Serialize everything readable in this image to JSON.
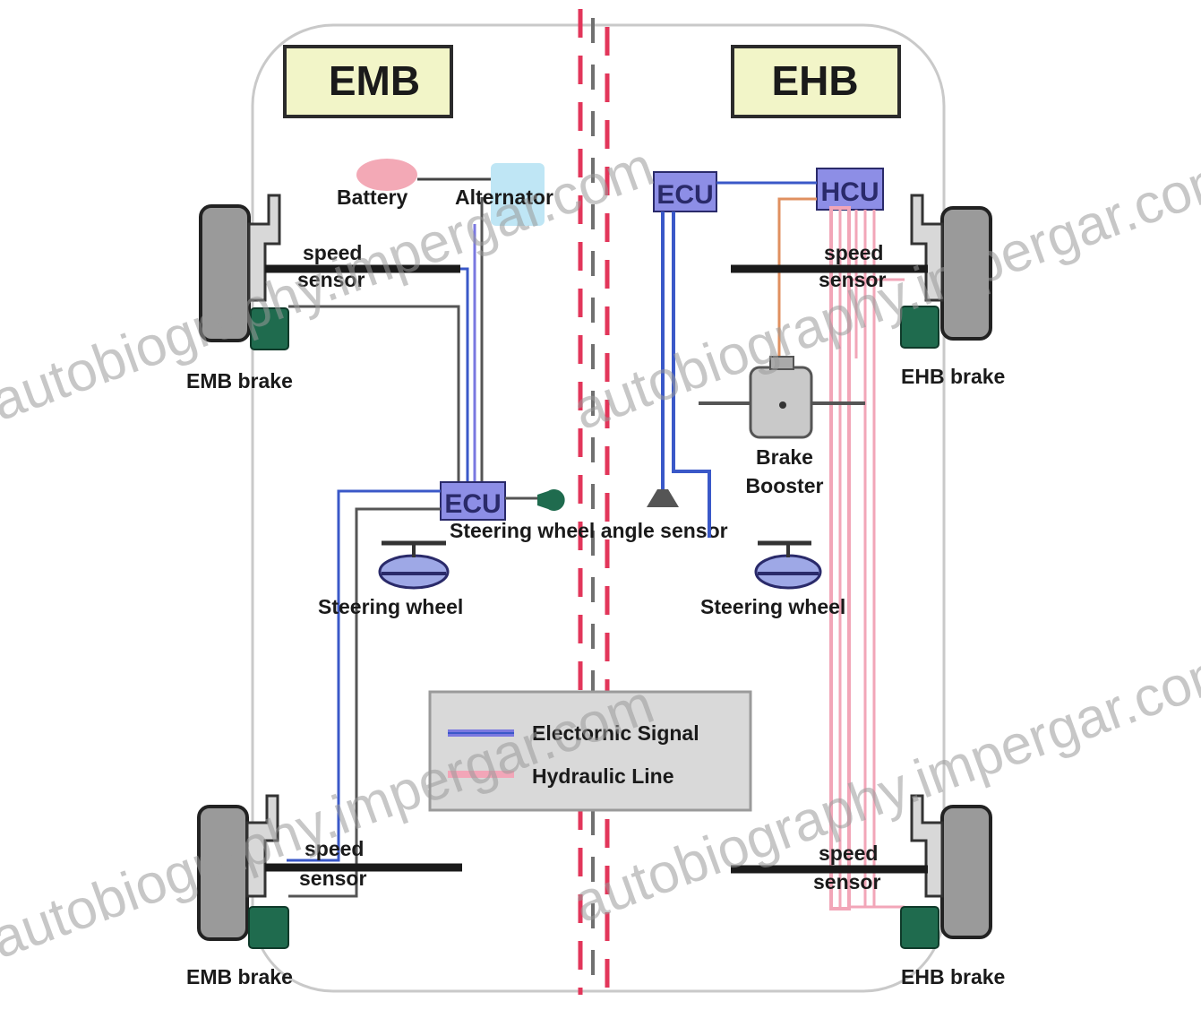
{
  "titles": {
    "left": "EMB",
    "right": "EHB"
  },
  "labels": {
    "battery": "Battery",
    "alternator": "Alternator",
    "ecu": "ECU",
    "hcu": "HCU",
    "speed_sensor": "speed\nsensor",
    "emb_brake": "EMB brake",
    "ehb_brake": "EHB brake",
    "brake_booster": "Brake\nBooster",
    "steering_wheel_angle_sensor": "Steering wheel angle sensor",
    "steering_wheel": "Steering wheel"
  },
  "legend": {
    "items": [
      {
        "label": "Electornic Signal",
        "color": "#7a78e0"
      },
      {
        "label": "Hydraulic Line",
        "color": "#f0a0b4"
      }
    ]
  },
  "watermark": {
    "lines": [
      "autobiography.impergar.com",
      "autobiography.impergar.com",
      "autobiography.impergar.com",
      "autobiography.impergar.com"
    ]
  },
  "colors": {
    "title_fill": "#f2f5c8",
    "ecu_fill": "#8d8ee6",
    "hcu_fill": "#8d8ee6",
    "alternator_fill": "#bfe6f5",
    "battery_fill": "#f3a9b6",
    "wheel_fill": "#9a9a9a",
    "caliper_fill": "#1f6b4e",
    "signal_blue": "#3a58c8",
    "hydraulic_pink": "#f2a6b8",
    "divider_red": "#e2365a"
  }
}
